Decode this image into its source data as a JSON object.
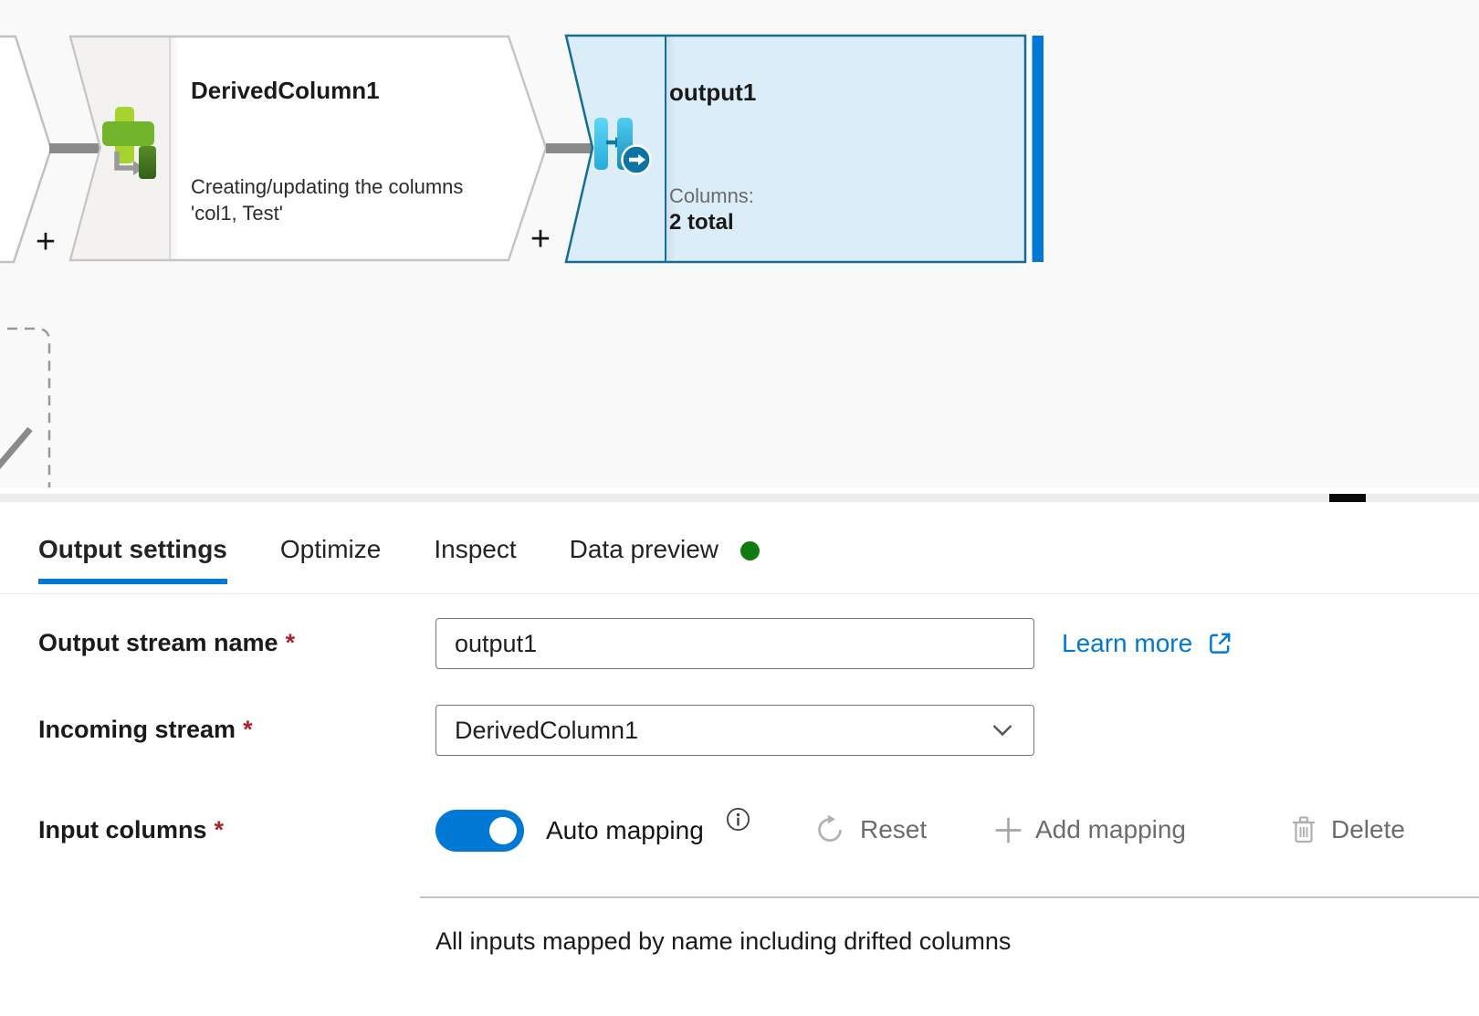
{
  "canvas": {
    "plus_glyph": "+",
    "derived_node": {
      "title": "DerivedColumn1",
      "description": "Creating/updating the columns 'col1, Test'"
    },
    "output_node": {
      "title": "output1",
      "columns_label": "Columns:",
      "columns_value": "2 total"
    }
  },
  "panel": {
    "tabs": [
      {
        "label": "Output settings",
        "active": true
      },
      {
        "label": "Optimize",
        "active": false
      },
      {
        "label": "Inspect",
        "active": false
      },
      {
        "label": "Data preview",
        "active": false,
        "status_dot": true
      }
    ],
    "fields": {
      "output_stream_name": {
        "label": "Output stream name",
        "required_marker": "*",
        "value": "output1"
      },
      "incoming_stream": {
        "label": "Incoming stream",
        "required_marker": "*",
        "value": "DerivedColumn1"
      },
      "input_columns": {
        "label": "Input columns",
        "required_marker": "*",
        "toggle_label": "Auto mapping",
        "toggle_state": "on"
      }
    },
    "learn_more_label": "Learn more",
    "actions": [
      {
        "label": "Reset",
        "icon": "refresh-icon",
        "enabled": false
      },
      {
        "label": "Add mapping",
        "icon": "plus-icon",
        "enabled": false
      },
      {
        "label": "Delete",
        "icon": "trash-icon",
        "enabled": false
      }
    ],
    "caption": "All inputs mapped by name including drifted columns"
  },
  "colors": {
    "accent_blue": "#0078d4",
    "status_green": "#107c10",
    "selected_node_fill": "#dbedf8",
    "selected_node_border": "#156c94",
    "derived_icon_green": "#76b82a",
    "required_red": "#a4262c",
    "disabled_icon_gray": "#b3b1af"
  }
}
